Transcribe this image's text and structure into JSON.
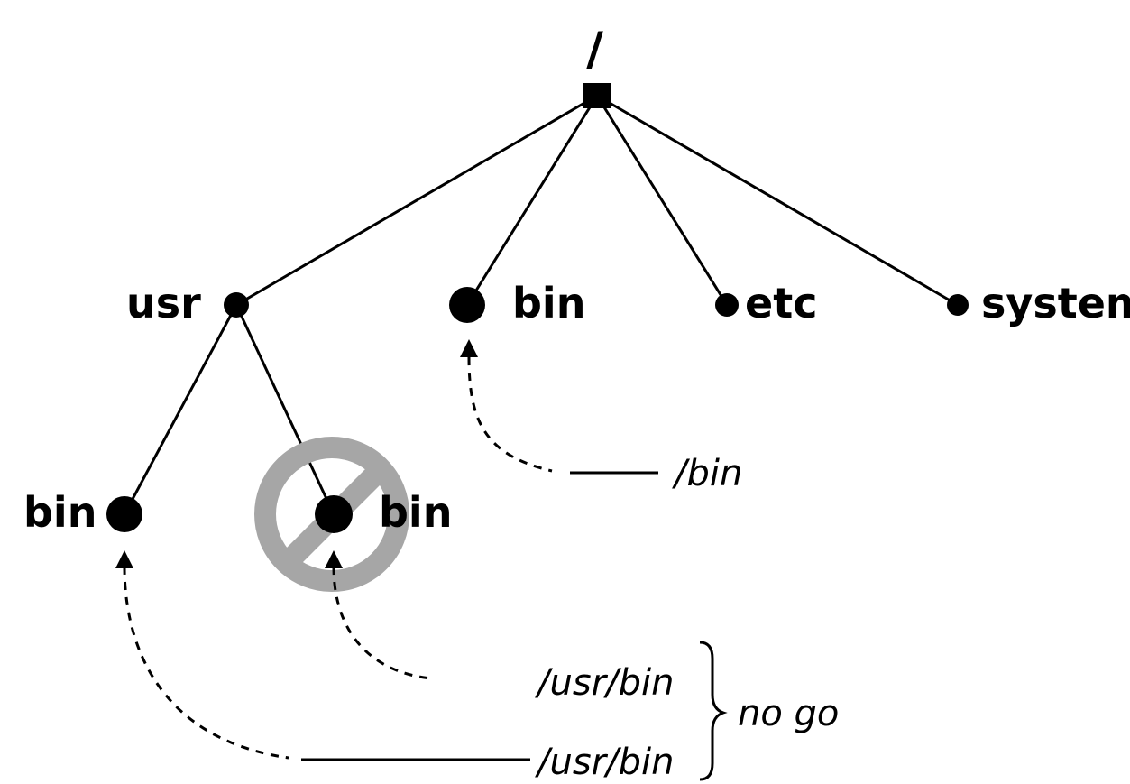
{
  "tree": {
    "root": {
      "label": "/"
    },
    "level1": [
      {
        "label": "usr"
      },
      {
        "label": "bin"
      },
      {
        "label": "etc"
      },
      {
        "label": "system"
      }
    ],
    "usr_children": [
      {
        "label": "bin"
      },
      {
        "label": "bin"
      }
    ]
  },
  "paths": {
    "bin_path": "/bin",
    "usr_bin_path_1": "/usr/bin",
    "usr_bin_path_2": "/usr/bin",
    "no_go": "no go"
  },
  "colors": {
    "ink": "#000000",
    "prohibit_sign": "#a6a6a6",
    "background": "#ffffff"
  },
  "icons": {
    "prohibited": "prohibit-icon"
  }
}
